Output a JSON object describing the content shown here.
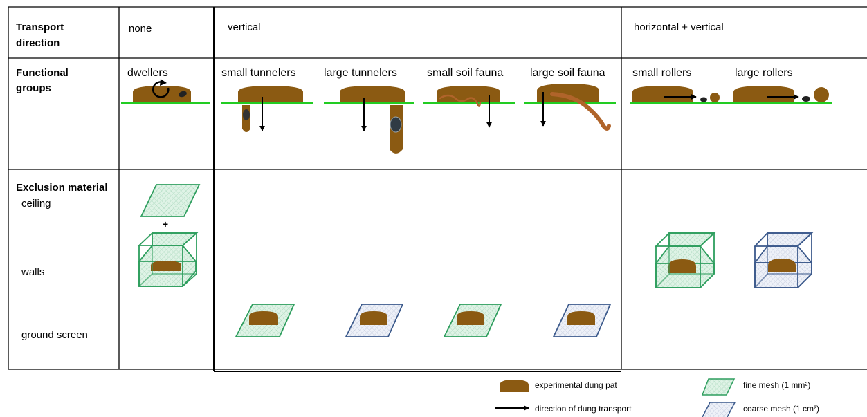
{
  "header": {
    "transport_label": [
      "Transport",
      "direction"
    ],
    "col_none": "none",
    "col_vertical": "vertical",
    "col_horizontal": "horizontal + vertical"
  },
  "functional": {
    "label": [
      "Functional",
      "groups"
    ],
    "groups": {
      "dwellers": "dwellers",
      "small_tunnelers": "small tunnelers",
      "large_tunnelers": "large tunnelers",
      "small_soil_fauna": "small soil fauna",
      "large_soil_fauna": "large soil fauna",
      "small_rollers": "small rollers",
      "large_rollers": "large rollers"
    }
  },
  "exclusion": {
    "label": "Exclusion material",
    "ceiling": "ceiling",
    "walls": "walls",
    "ground_screen": "ground screen",
    "plus": "+"
  },
  "legend": {
    "dung_pat": "experimental dung pat",
    "transport_arrow": "direction of dung transport",
    "fine_mesh": "fine mesh (1 mm²)",
    "coarse_mesh": "coarse mesh (1 cm²)"
  },
  "colors": {
    "dung": "#8B5A12",
    "ground_line": "#22CC22",
    "fine_mesh": "#2E9E5E",
    "fine_mesh_fill": "#DFF3E6",
    "coarse_mesh": "#3C5A8C",
    "coarse_mesh_fill": "#EEF1F8",
    "table_border": "#000000"
  },
  "icons": [
    "dung-pat",
    "ground-line",
    "arrow",
    "dung-beetle",
    "earthworm",
    "dung-ball",
    "mesh-ceiling",
    "mesh-cage",
    "ground-screen"
  ]
}
